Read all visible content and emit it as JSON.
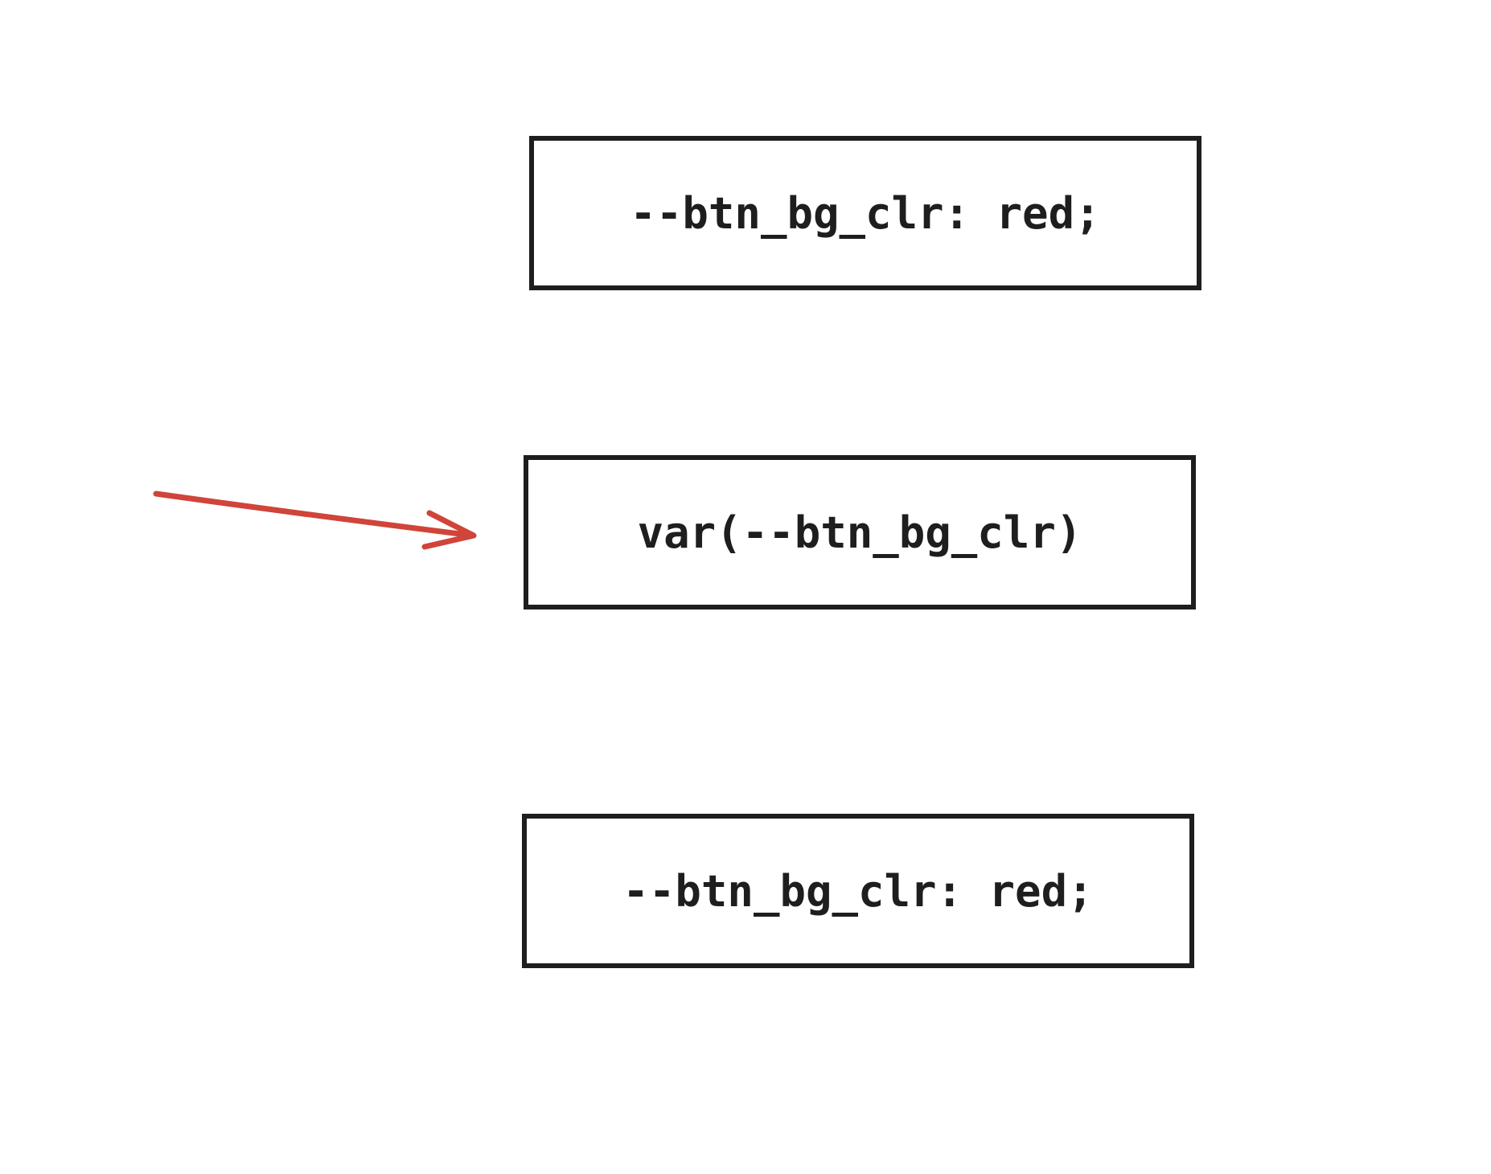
{
  "boxes": {
    "top": "--btn_bg_clr: red;",
    "middle": "var(--btn_bg_clr)",
    "bottom": "--btn_bg_clr: red;"
  },
  "colors": {
    "box_stroke": "#1e1e1e",
    "arrow": "#d0443a",
    "background": "#ffffff"
  }
}
